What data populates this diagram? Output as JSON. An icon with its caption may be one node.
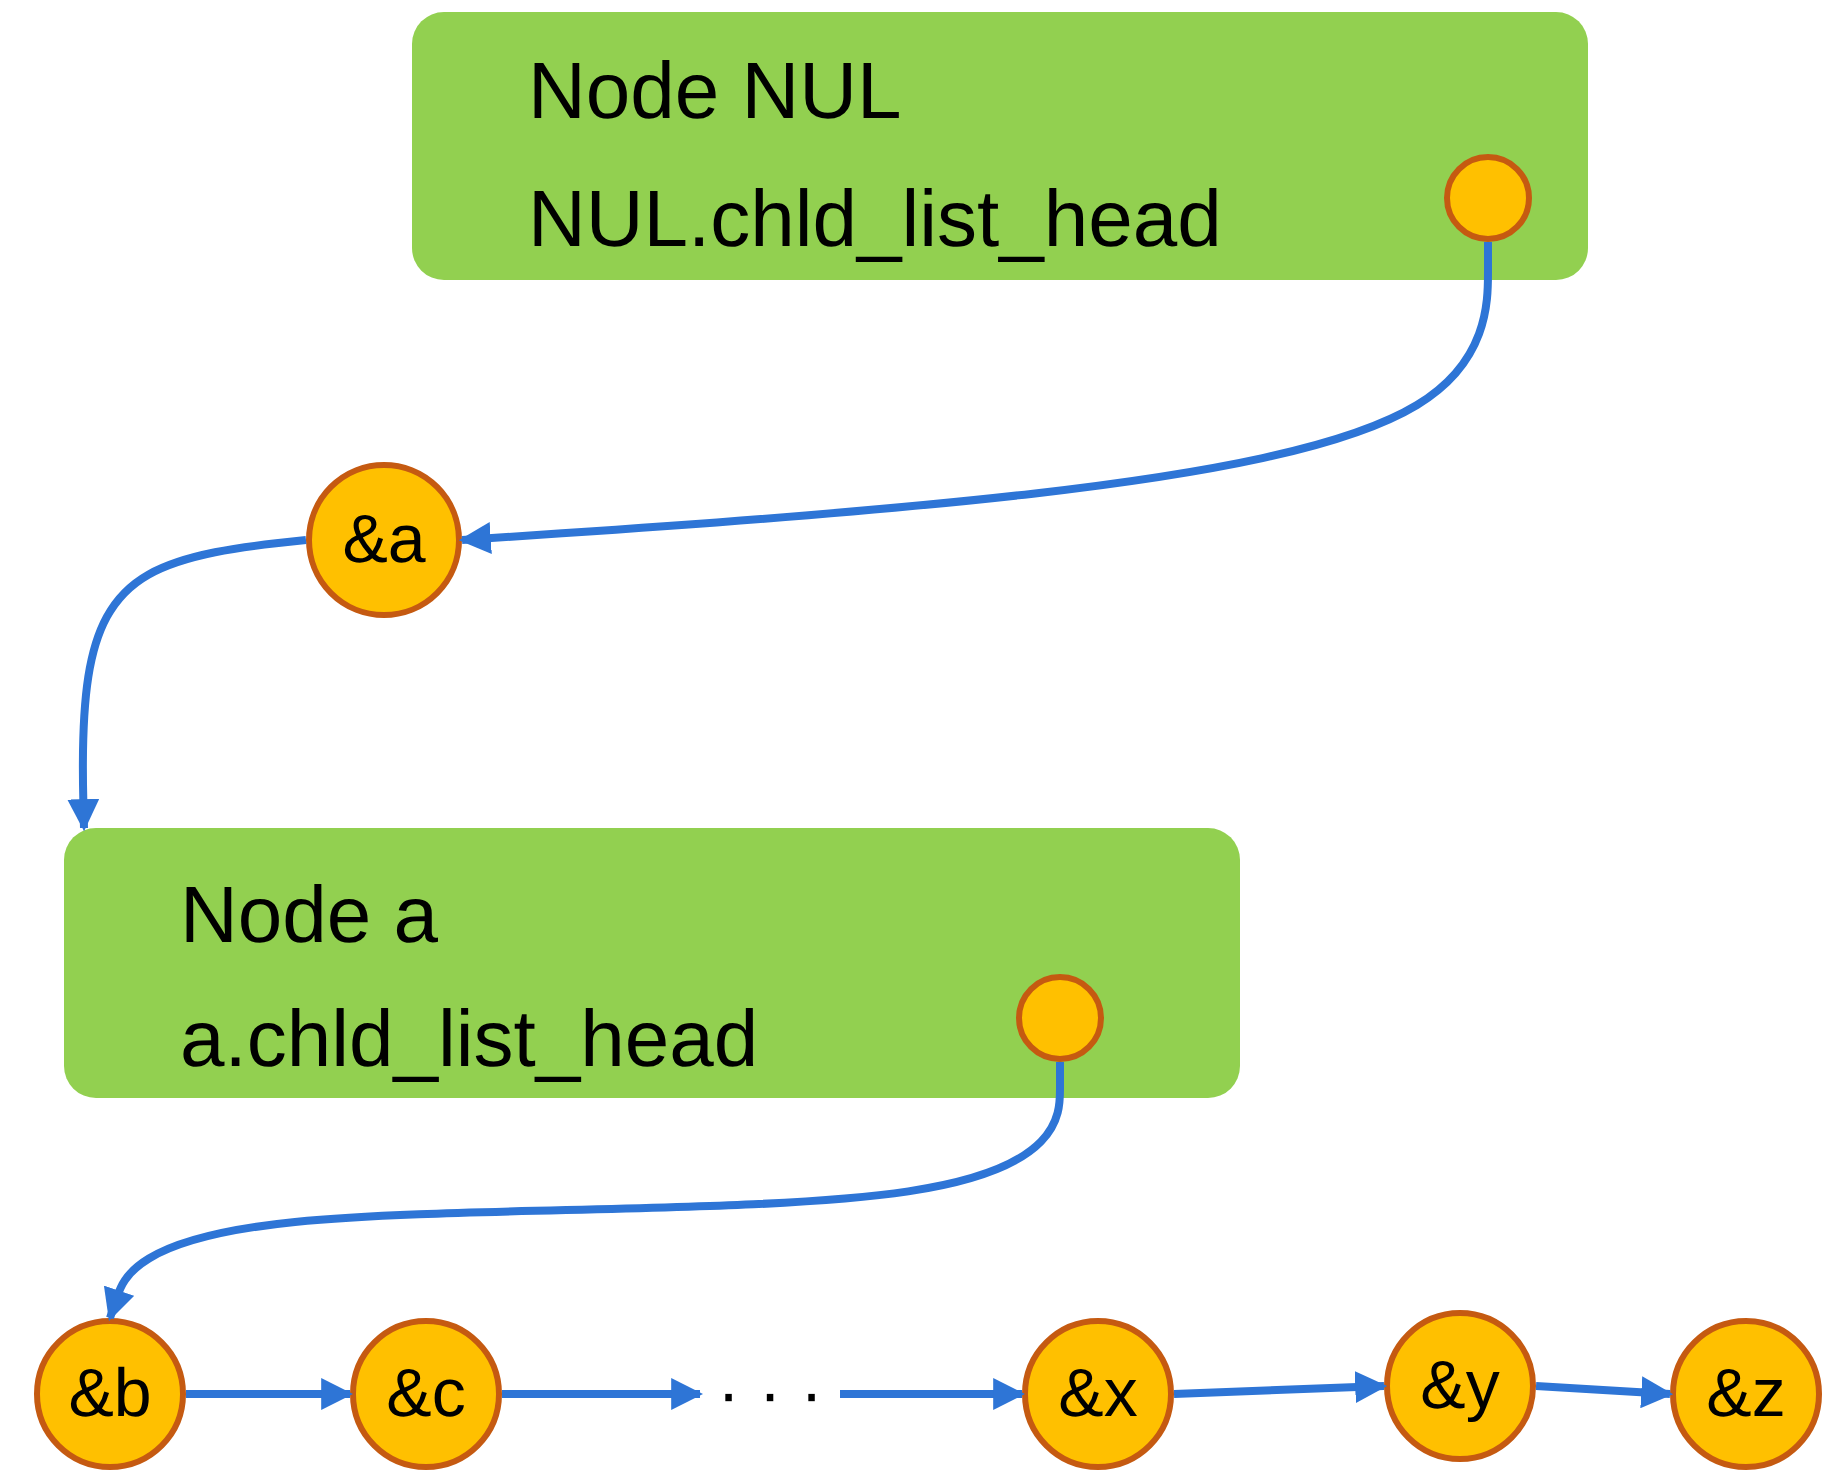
{
  "diagram": {
    "nodes": [
      {
        "text": [
          "Node NUL",
          "NUL.chld_list_head"
        ]
      },
      {
        "text": [],
        "shape": "circle",
        "in": 0
      },
      {
        "text": [
          "&a"
        ]
      },
      {
        "text": [
          "Node a",
          "a.chld_list_head"
        ]
      },
      {
        "text": [],
        "shape": "circle",
        "in": 3
      },
      {
        "text": [
          "&b"
        ]
      },
      {
        "text": [
          "&c"
        ]
      },
      {
        "text": [
          "· · ·"
        ]
      },
      {
        "text": [
          "&x"
        ]
      },
      {
        "text": [
          "&y"
        ]
      },
      {
        "text": [
          "&z"
        ]
      }
    ],
    "edges": [
      {
        "from": 1,
        "to": 2,
        "arrow": "to"
      },
      {
        "from": 2,
        "to": 3,
        "arrow": "to"
      },
      {
        "from": 4,
        "to": 5,
        "arrow": "to"
      },
      {
        "from": 5,
        "to": 6,
        "arrow": "to"
      },
      {
        "from": 6,
        "to": 7,
        "arrow": "to"
      },
      {
        "from": 7,
        "to": 8,
        "arrow": "to"
      },
      {
        "from": 8,
        "to": 9,
        "arrow": "to"
      },
      {
        "from": 9,
        "to": 10,
        "arrow": "to"
      }
    ]
  }
}
